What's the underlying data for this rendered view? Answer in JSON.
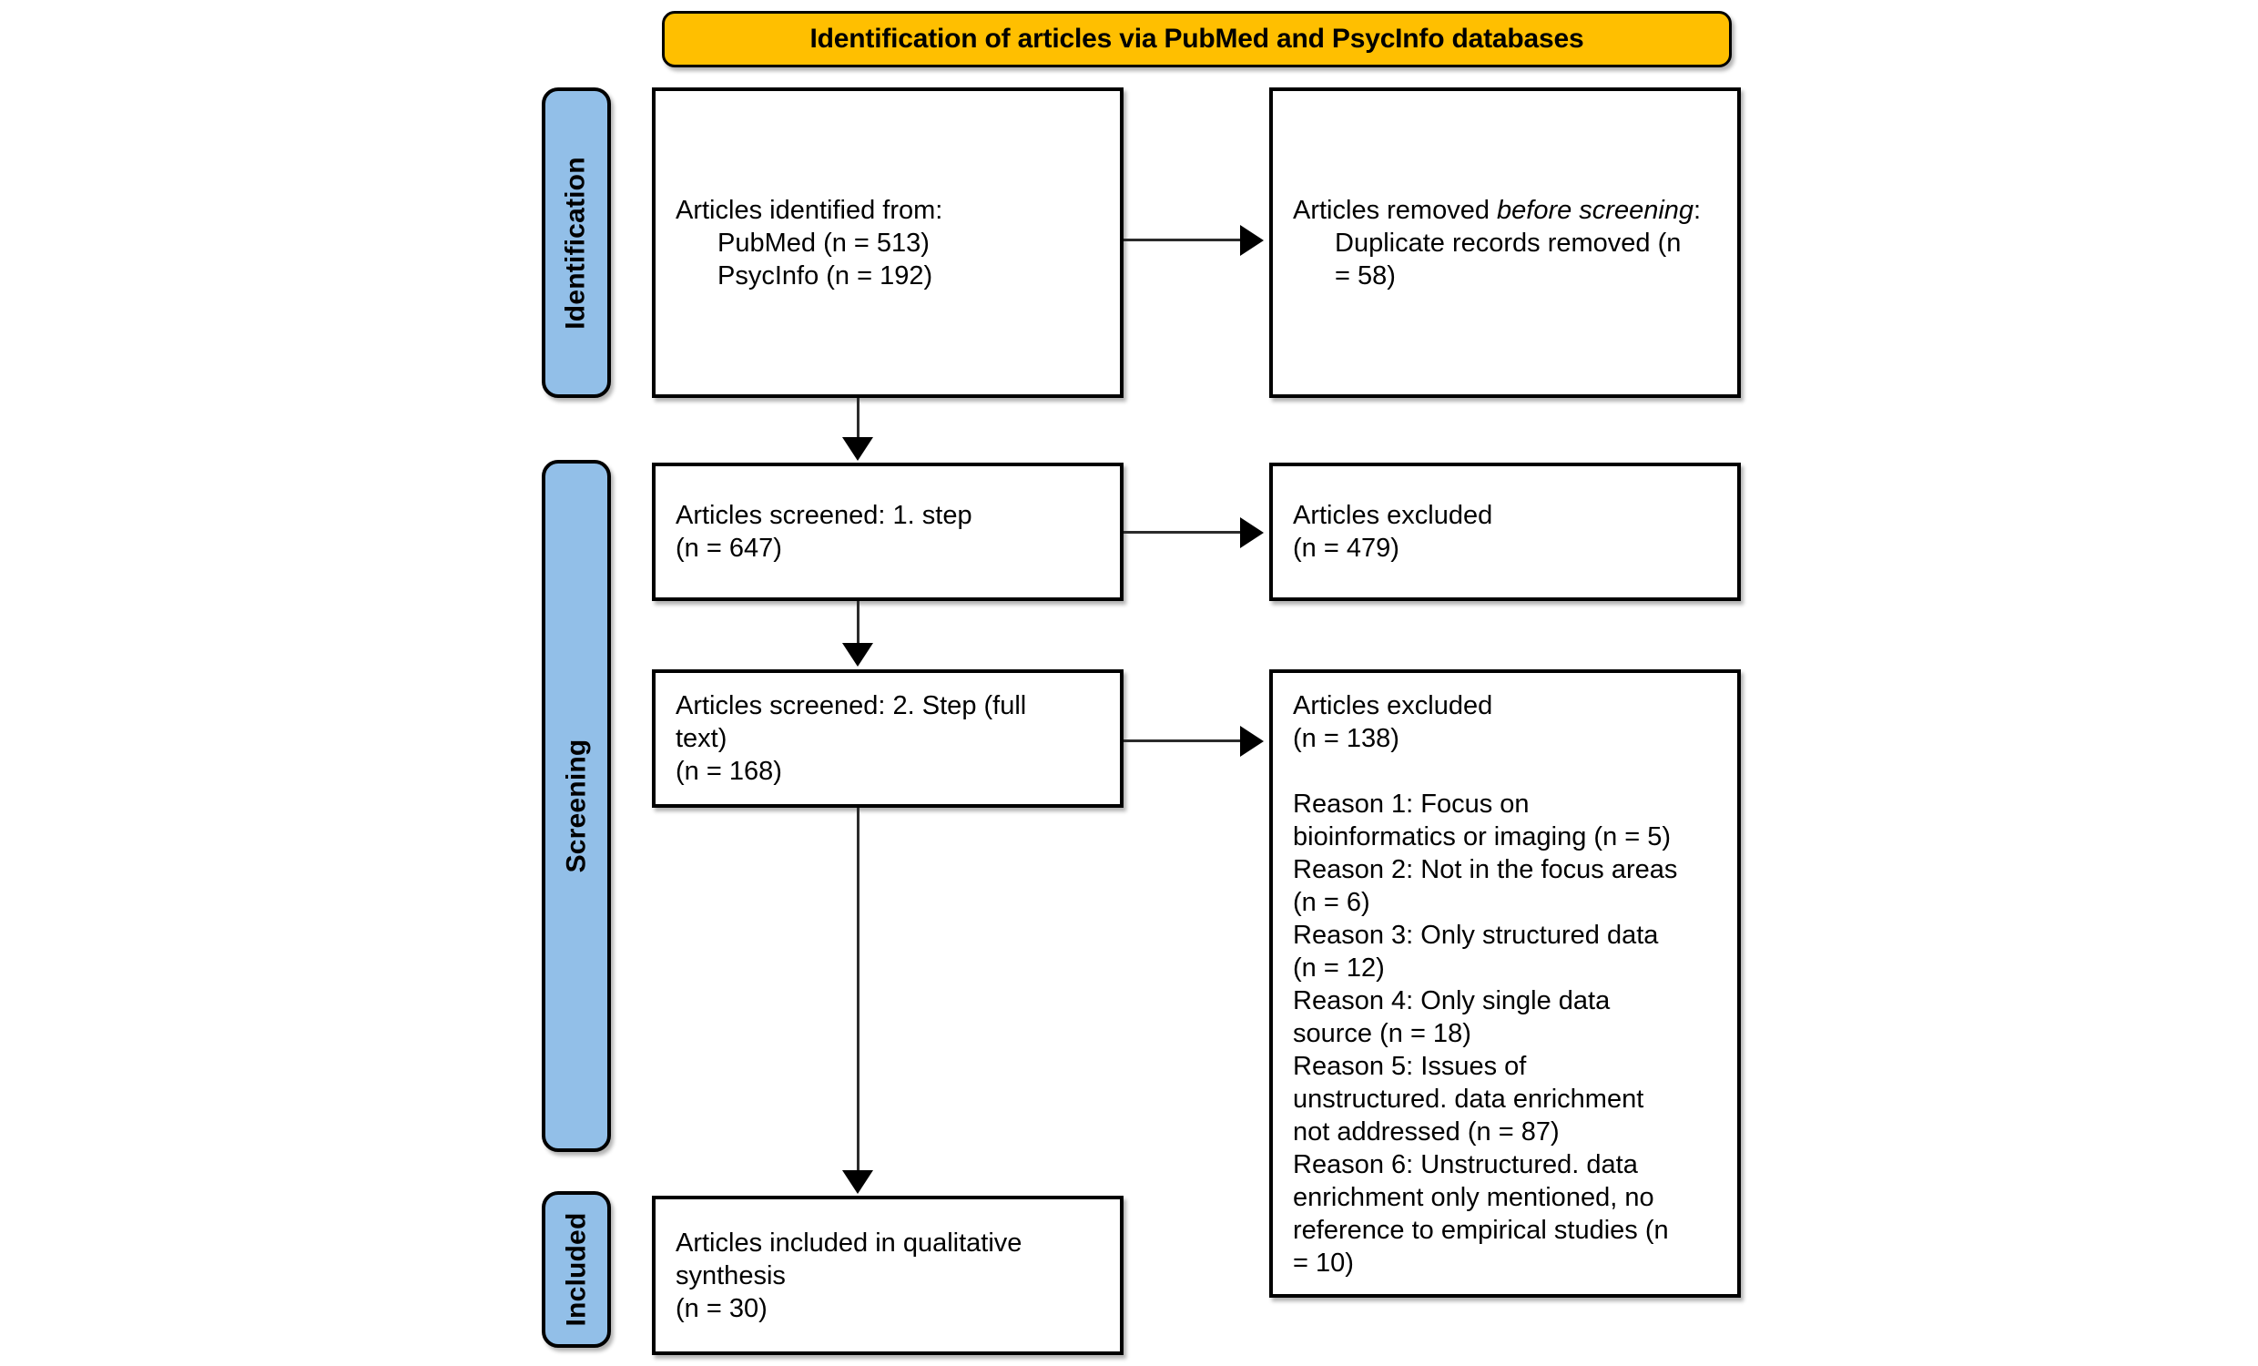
{
  "banner": {
    "title": "Identification of articles via PubMed and PsycInfo databases",
    "color": "#ffbf00"
  },
  "stages": {
    "identification": "Identification",
    "screening": "Screening",
    "included": "Included",
    "color": "#92bfe8"
  },
  "boxes": {
    "identified": {
      "heading": "Articles identified from:",
      "items": [
        "PubMed (n = 513)",
        "PsycInfo (n = 192)"
      ]
    },
    "removed": {
      "heading_prefix": "Articles removed ",
      "heading_italic": "before screening",
      "heading_suffix": ":",
      "items": [
        "Duplicate records removed (n",
        "= 58)"
      ]
    },
    "screened1": {
      "lines": [
        "Articles screened: 1. step",
        "(n = 647)"
      ]
    },
    "excluded1": {
      "lines": [
        "Articles excluded",
        "(n = 479)"
      ]
    },
    "screened2": {
      "lines": [
        "Articles screened: 2. Step (full",
        "text)",
        "(n = 168)"
      ]
    },
    "excluded2": {
      "header": [
        "Articles excluded",
        "(n = 138)"
      ],
      "reasons": [
        "Reason 1: Focus on",
        "bioinformatics or imaging (n = 5)",
        "Reason 2: Not in the focus areas",
        "(n = 6)",
        "Reason 3: Only structured data",
        "(n = 12)",
        "Reason 4: Only single data",
        "source (n = 18)",
        "Reason 5: Issues of",
        "unstructured. data enrichment",
        "not addressed (n = 87)",
        "Reason 6: Unstructured. data",
        "enrichment only mentioned, no",
        "reference to empirical studies (n",
        "= 10)"
      ]
    },
    "included": {
      "lines": [
        "Articles included in qualitative",
        "synthesis",
        "(n = 30)"
      ]
    }
  },
  "flow_data": {
    "type": "prisma-flow-diagram",
    "counts": {
      "pubmed_identified": 513,
      "psycinfo_identified": 192,
      "duplicates_removed": 58,
      "screened_step1": 647,
      "excluded_step1": 479,
      "screened_step2_fulltext": 168,
      "excluded_step2": 138,
      "included_qualitative_synthesis": 30
    },
    "exclusion_reasons": [
      {
        "label": "Reason 1: Focus on bioinformatics or imaging",
        "n": 5
      },
      {
        "label": "Reason 2: Not in the focus areas",
        "n": 6
      },
      {
        "label": "Reason 3: Only structured data",
        "n": 12
      },
      {
        "label": "Reason 4: Only single data source",
        "n": 18
      },
      {
        "label": "Reason 5: Issues of unstructured. data enrichment not addressed",
        "n": 87
      },
      {
        "label": "Reason 6: Unstructured. data enrichment only mentioned, no reference to empirical studies",
        "n": 10
      }
    ]
  }
}
